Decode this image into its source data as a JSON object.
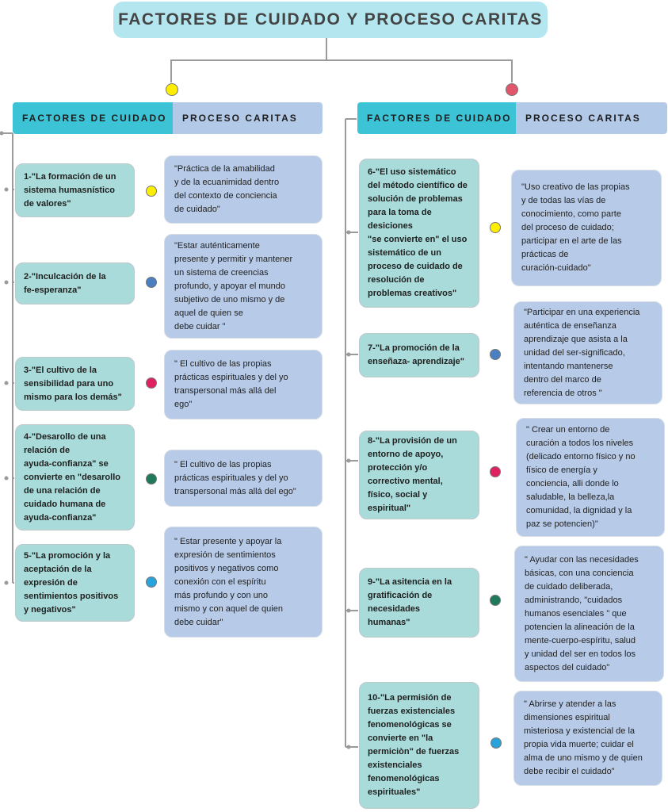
{
  "title": "FACTORES DE CUIDADO Y PROCESO CARITAS",
  "headers": {
    "left": {
      "col1": "FACTORES DE CUIDADO",
      "col2": "PROCESO CARITAS"
    },
    "right": {
      "col1": "FACTORES DE CUIDADO",
      "col2": "PROCESO CARITAS"
    }
  },
  "branch_colors": {
    "left": "#ffee00",
    "right": "#e0566a"
  },
  "factors": [
    {
      "text": "1-\"La formación de un\nsistema  humasnístico\nde valores\"",
      "caritas": "\"Práctica de la amabilidad\ny de la ecuanimidad dentro\ndel contexto de conciencia\nde cuidado\"",
      "color": "#ffee00"
    },
    {
      "text": "2-\"Inculcación de la\nfe-esperanza\"",
      "caritas": "\"Estar auténticamente\npresente y permitir y mantener\nun sistema de creencias\nprofundo, y apoyar el mundo\nsubjetivo de uno  mismo y de\naquel de quien se\ndebe cuidar \"",
      "color": "#4a7fc1"
    },
    {
      "text": "3-\"El cultivo de la\nsensibilidad para uno\nmismo para los demás\"",
      "caritas": "\" El cultivo de las propias\nprácticas espirituales y del yo\ntranspersonal más allá del\nego\"",
      "color": "#e0215f"
    },
    {
      "text": "4-\"Desarollo de una\nrelación  de\nayuda-confianza\" se\nconvierte en \"desarollo\nde una relación  de\ncuidado humana de\nayuda-confianza\"",
      "caritas": "\" El cultivo de las propias\nprácticas espirituales y del yo\ntranspersonal más allá del ego\"",
      "color": "#1e7a5a"
    },
    {
      "text": "5-\"La promoción y la\naceptación de la\nexpresión de\nsentimientos positivos\ny negativos\"",
      "caritas": "\" Estar presente y apoyar la\nexpresión de sentimientos\npositivos y negativos como\nconexión con el espíritu\nmás profundo y con uno\nmismo y con aquel de quien\ndebe cuidar\"",
      "color": "#29a3dc"
    },
    {
      "text": "6-\"El uso sistemático\ndel método científico de\nsolución de problemas\npara la toma de\ndesiciones\n\"se convierte en\" el uso\nsistemático de un\nproceso de cuidado de\nresolución de\nproblemas creativos\"",
      "caritas": "\"Uso creativo de las propias\ny de todas las vías de\nconocimiento, como parte\ndel  proceso de cuidado;\nparticipar en el arte de las\nprácticas de\ncuración-cuidado\"",
      "color": "#ffee00"
    },
    {
      "text": "7-\"La promoción de la\nenseñaza- aprendizaje\"",
      "caritas": "\"Participar en una experiencia\nauténtica de enseñanza\naprendizaje que asista a la\nunidad del ser-significado,\nintentando mantenerse\ndentro del marco de\nreferencia de otros \"",
      "color": "#4a7fc1"
    },
    {
      "text": "8-\"La provisión de un\nentorno de apoyo,\nprotección y/o\ncorrectivo mental,\nfísico, social y\nespiritual\"",
      "caritas": "\" Crear un entorno de\ncuración  a todos los niveles\n(delicado entorno físico y no\nfísico de energía  y\nconciencia, alli donde lo\nsaludable, la belleza,la\ncomunidad, la dignidad y la\npaz se potencien)\"",
      "color": "#e0215f"
    },
    {
      "text": "9-\"La asitencia en la\ngratificación de\nnecesidades\nhumanas\"",
      "caritas": "\" Ayudar con las necesidades\nbásicas, con una conciencia\nde cuidado deliberada,\nadministrando, \"cuidados\nhumanos esenciales \" que\npotencien la alineación de la\nmente-cuerpo-espíritu, salud\ny unidad del ser en todos los\naspectos del cuidado\"",
      "color": "#1e7a5a"
    },
    {
      "text": "10-\"La permisión de\nfuerzas existenciales\nfenomenológicas se\nconvierte en  \"la\npermiciòn\" de fuerzas\nexistenciales\nfenomenológicas\nespirituales\"",
      "caritas": "\" Abrirse y atender a las\ndimensiones espiritual\nmisteriosa y existencial de la\npropia vida muerte; cuidar el\nalma de uno mismo y de quien\ndebe recibir el cuidado\"",
      "color": "#29a3dc"
    }
  ]
}
